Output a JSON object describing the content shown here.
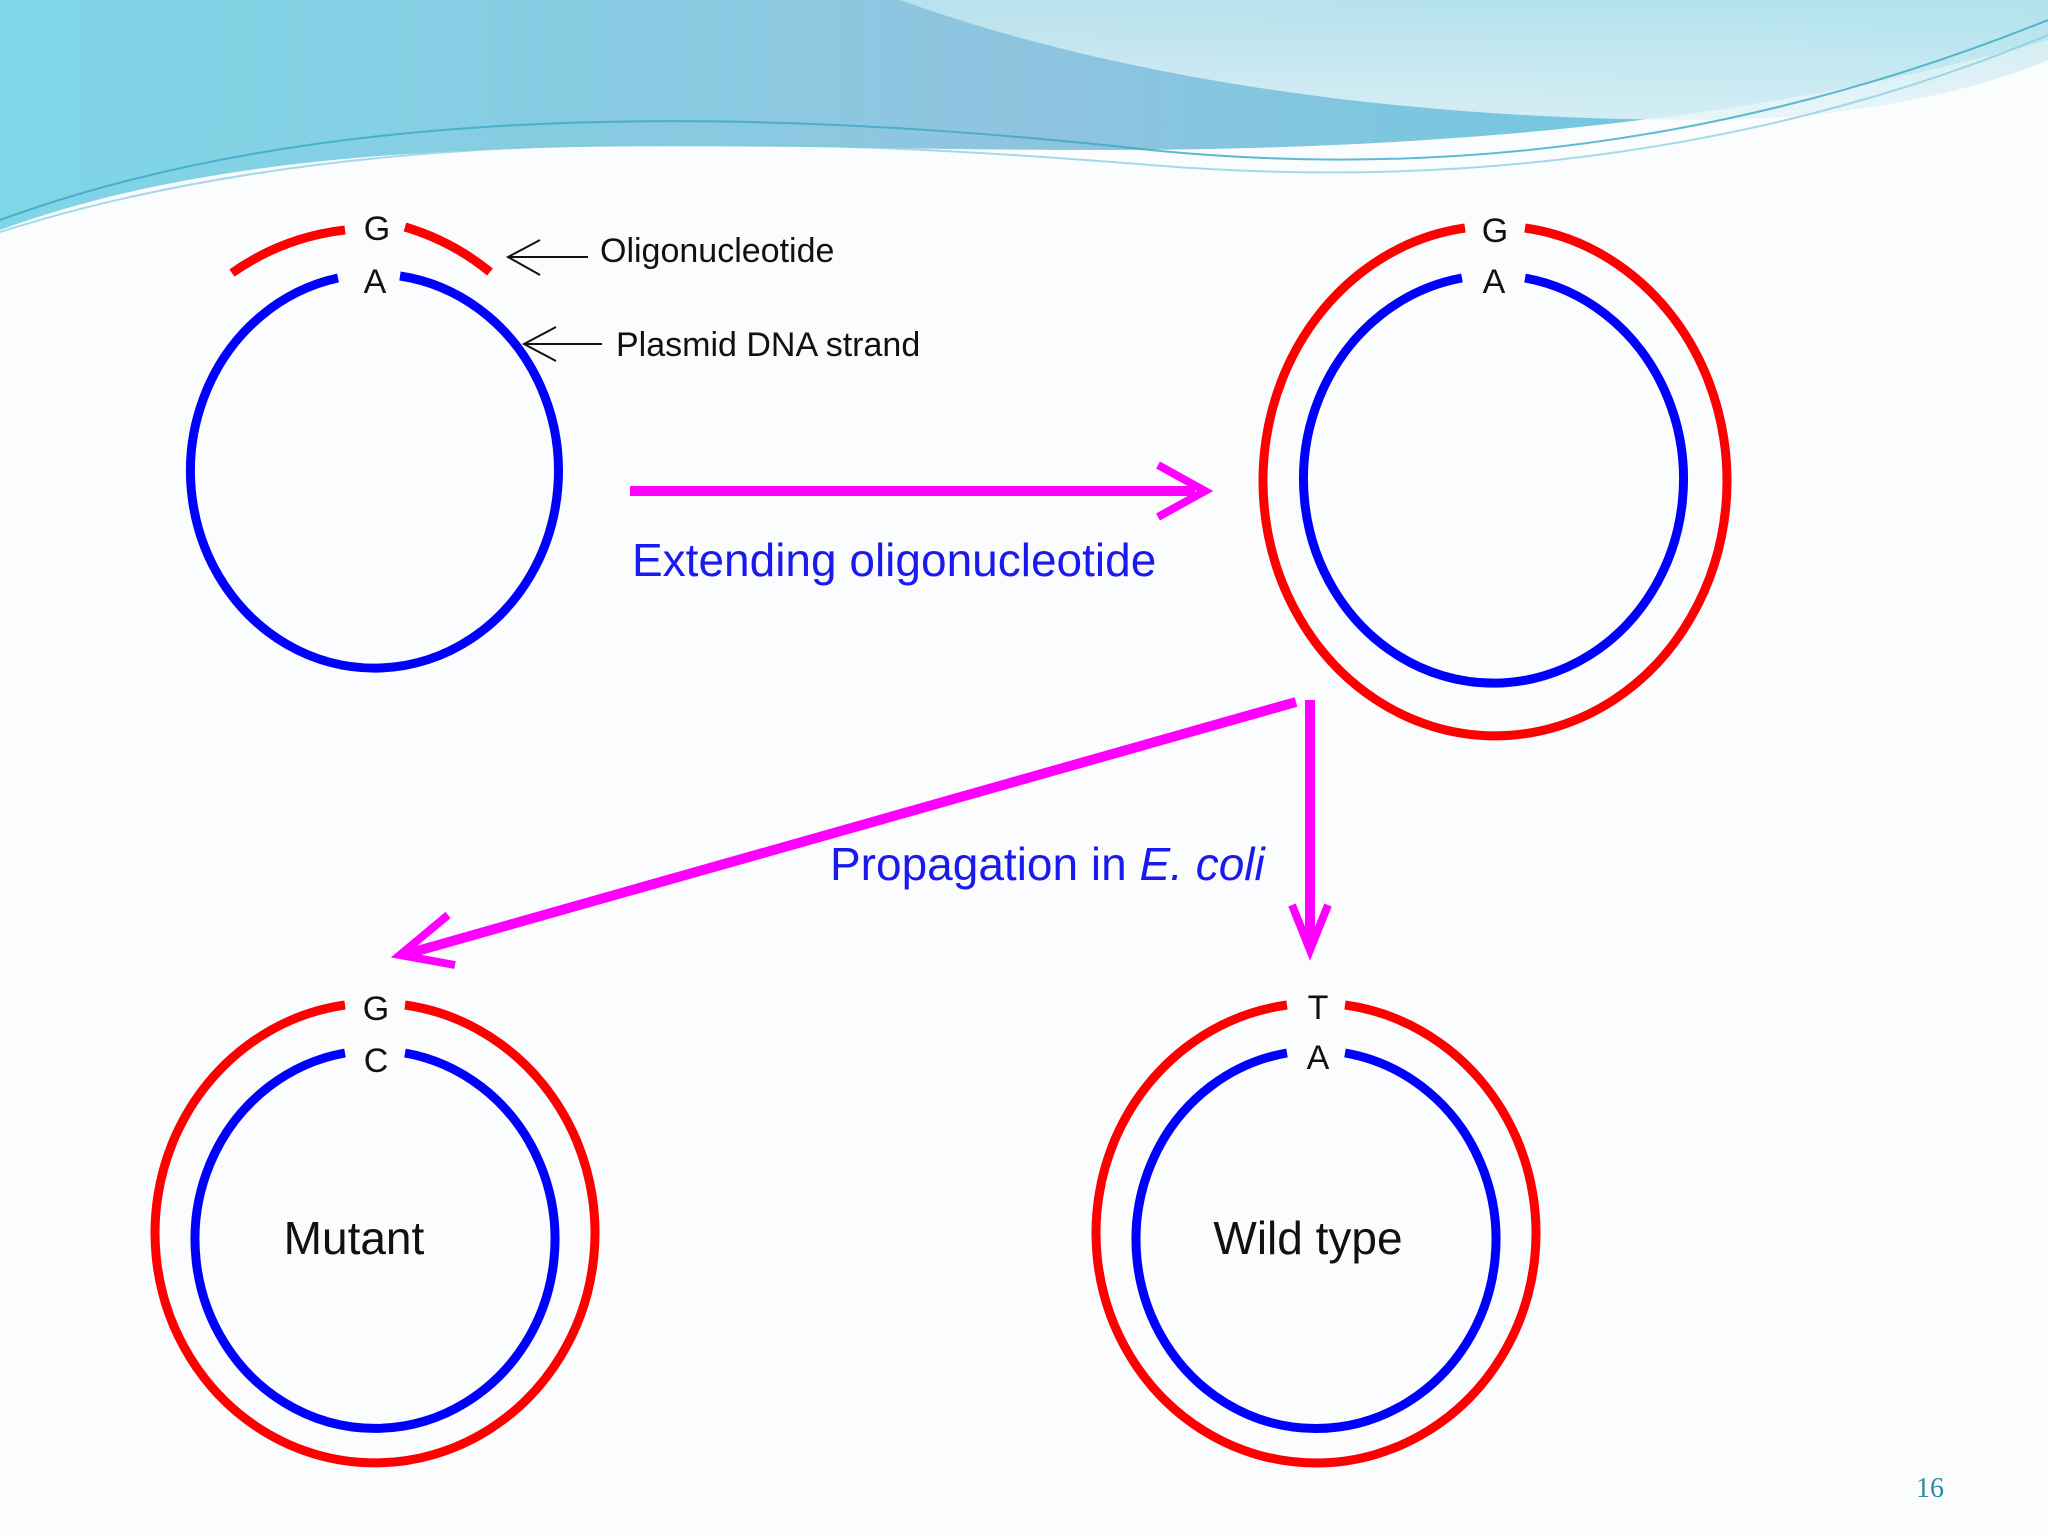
{
  "slide": {
    "page_number": "16",
    "colors": {
      "oligo_strand": "#ff0000",
      "plasmid_strand": "#0000ff",
      "arrow": "#ff00ff",
      "step_text": "#1a1aee",
      "label_text": "#111111",
      "header_wave": "#6cc7dc"
    }
  },
  "diagram": {
    "top_left": {
      "oligo_base": "G",
      "plasmid_base": "A",
      "callouts": {
        "oligonucleotide": "Oligonucleotide",
        "plasmid": "Plasmid DNA strand"
      }
    },
    "top_right": {
      "oligo_base": "G",
      "plasmid_base": "A"
    },
    "step_extend": "Extending oligonucleotide",
    "step_propagate": {
      "text": "Propagation in ",
      "organism": "E. coli"
    },
    "mutant": {
      "outer_base": "G",
      "inner_base": "C",
      "label": "Mutant"
    },
    "wild_type": {
      "outer_base": "T",
      "inner_base": "A",
      "label": "Wild type"
    }
  }
}
